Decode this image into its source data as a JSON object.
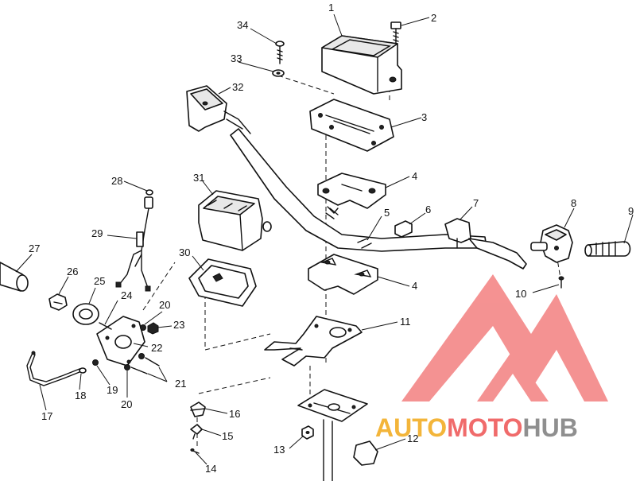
{
  "diagram": {
    "callouts": [
      {
        "id": "c1",
        "text": "1"
      },
      {
        "id": "c2",
        "text": "2"
      },
      {
        "id": "c3",
        "text": "3"
      },
      {
        "id": "c4a",
        "text": "4"
      },
      {
        "id": "c4b",
        "text": "4"
      },
      {
        "id": "c5",
        "text": "5"
      },
      {
        "id": "c6",
        "text": "6"
      },
      {
        "id": "c7",
        "text": "7"
      },
      {
        "id": "c8",
        "text": "8"
      },
      {
        "id": "c9",
        "text": "9"
      },
      {
        "id": "c10",
        "text": "10"
      },
      {
        "id": "c11",
        "text": "11"
      },
      {
        "id": "c12",
        "text": "12"
      },
      {
        "id": "c13",
        "text": "13"
      },
      {
        "id": "c14",
        "text": "14"
      },
      {
        "id": "c15",
        "text": "15"
      },
      {
        "id": "c16",
        "text": "16"
      },
      {
        "id": "c17",
        "text": "17"
      },
      {
        "id": "c18",
        "text": "18"
      },
      {
        "id": "c19",
        "text": "19"
      },
      {
        "id": "c20a",
        "text": "20"
      },
      {
        "id": "c20b",
        "text": "20"
      },
      {
        "id": "c21",
        "text": "21"
      },
      {
        "id": "c22",
        "text": "22"
      },
      {
        "id": "c23",
        "text": "23"
      },
      {
        "id": "c24",
        "text": "24"
      },
      {
        "id": "c25",
        "text": "25"
      },
      {
        "id": "c26",
        "text": "26"
      },
      {
        "id": "c27",
        "text": "27"
      },
      {
        "id": "c28",
        "text": "28"
      },
      {
        "id": "c29",
        "text": "29"
      },
      {
        "id": "c30",
        "text": "30"
      },
      {
        "id": "c31",
        "text": "31"
      },
      {
        "id": "c32",
        "text": "32"
      },
      {
        "id": "c33",
        "text": "33"
      },
      {
        "id": "c34",
        "text": "34"
      }
    ]
  },
  "watermark": {
    "part_a": "AUTO",
    "part_b": "MOTO",
    "part_c": "HUB",
    "color_a": "#f3b53a",
    "color_b": "#f06b6b",
    "color_c": "#8f8f8f",
    "logo_color": "#f06b6b"
  }
}
